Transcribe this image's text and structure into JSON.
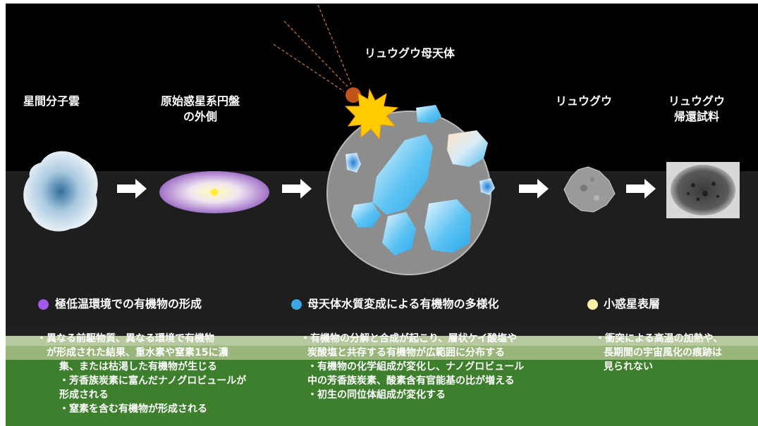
{
  "labels": {
    "molecular_cloud": "星間分子雲",
    "disk_outer": "原始惑星系円盤\nの外側",
    "parent_body": "リュウグウ母天体",
    "ryugu": "リュウグウ",
    "sample": "リュウグウ\n帰還試料"
  },
  "legend": [
    {
      "text": "極低温環境での有機物の形成",
      "color": "#a259e6"
    },
    {
      "text": "母天体水質変成による有機物の多様化",
      "color": "#3aa6e8"
    },
    {
      "text": "小惑星表層",
      "color": "#fff2a8"
    }
  ],
  "notes": {
    "col1": [
      "・異なる前駆物質、異なる環境で有機物",
      "が形成された結果、重水素や窒素15に濃",
      "集、または枯渇した有機物が生じる",
      "・芳香族炭素に富んだナノグロビュールが",
      "形成される",
      "・窒素を含む有機物が形成される"
    ],
    "col2": [
      "・有機物の分解と合成が起こり、層状ケイ酸塩や",
      "炭酸塩と共存する有機物が広範囲に分布する",
      "・有機物の化学組成が変化し、ナノグロビュール",
      "中の芳香族炭素、酸素含有官能基の比が増える",
      "・初生の同位体組成が変化する"
    ],
    "col3": [
      "・衝突による高温の加熱や、",
      "長期間の宇宙風化の痕跡は",
      "見られない"
    ]
  }
}
